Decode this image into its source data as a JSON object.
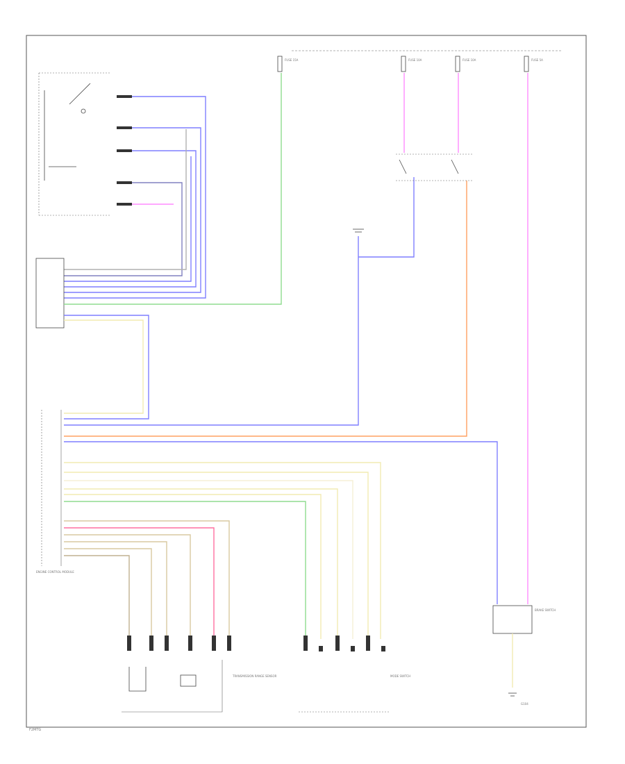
{
  "footer_code": "F2MTG",
  "components": {
    "fuse_labels": [
      "FUSE 15A",
      "FUSE 10A",
      "FUSE 10A",
      "FUSE 5A"
    ],
    "module_label_left": "ENGINE CONTROL MODULE",
    "transmission_range_label": "TRANSMISSION RANGE SENSOR",
    "mode_switch_label": "MODE SWITCH",
    "brake_switch_label": "BRAKE SWITCH",
    "ground_label": "G104"
  },
  "colors": {
    "blue": "#7f7fff",
    "green": "#8fdc8f",
    "pink": "#ff8cff",
    "orange": "#ffa060",
    "yellow": "#f2ebb2",
    "red": "#ff6f9f",
    "olive": "#d9c9a0"
  }
}
